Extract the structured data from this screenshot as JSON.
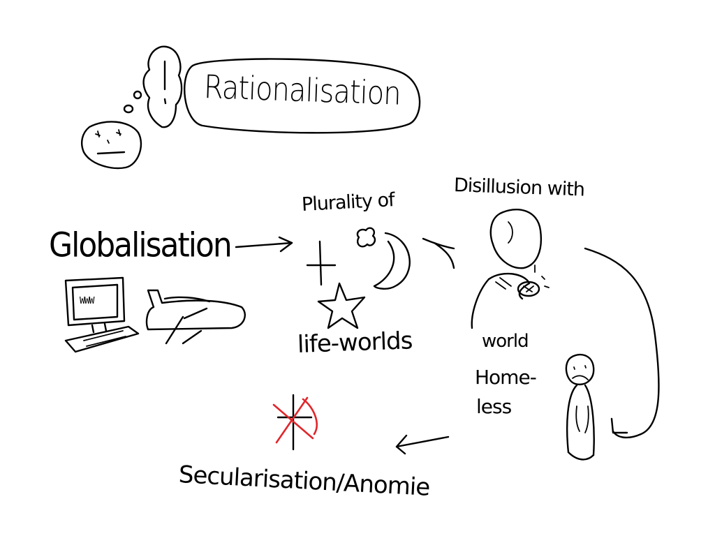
{
  "labels": {
    "rationalisation": "Rationalisation",
    "globalisation": "Globalisation",
    "plurality_of": "Plurality of",
    "life_worlds": "life-worlds",
    "disillusion_with": "Disillusion with",
    "world": "world",
    "homeless_line1": "Home-",
    "homeless_line2": "less",
    "secularisation_anomie": "Secularisation/Anomie",
    "monitor_screen": "WWW"
  },
  "colors": {
    "ink": "#000000",
    "cross_out": "#e0262b"
  }
}
